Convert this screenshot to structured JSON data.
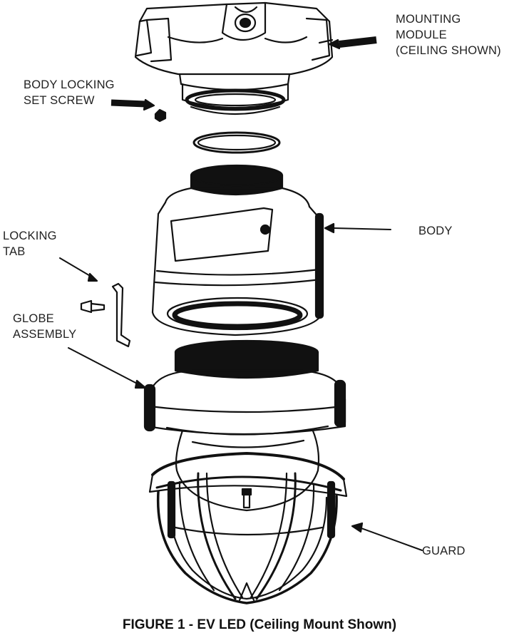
{
  "labels": {
    "mounting_module": [
      "MOUNTING",
      "MODULE",
      "(CEILING SHOWN)"
    ],
    "body_locking_set_screw": [
      "BODY LOCKING",
      "SET SCREW"
    ],
    "body": "BODY",
    "locking_tab": [
      "LOCKING",
      "TAB"
    ],
    "globe_assembly": [
      "GLOBE",
      "ASSEMBLY"
    ],
    "guard": "GUARD"
  },
  "caption": "FIGURE 1 - EV LED (Ceiling Mount Shown)"
}
